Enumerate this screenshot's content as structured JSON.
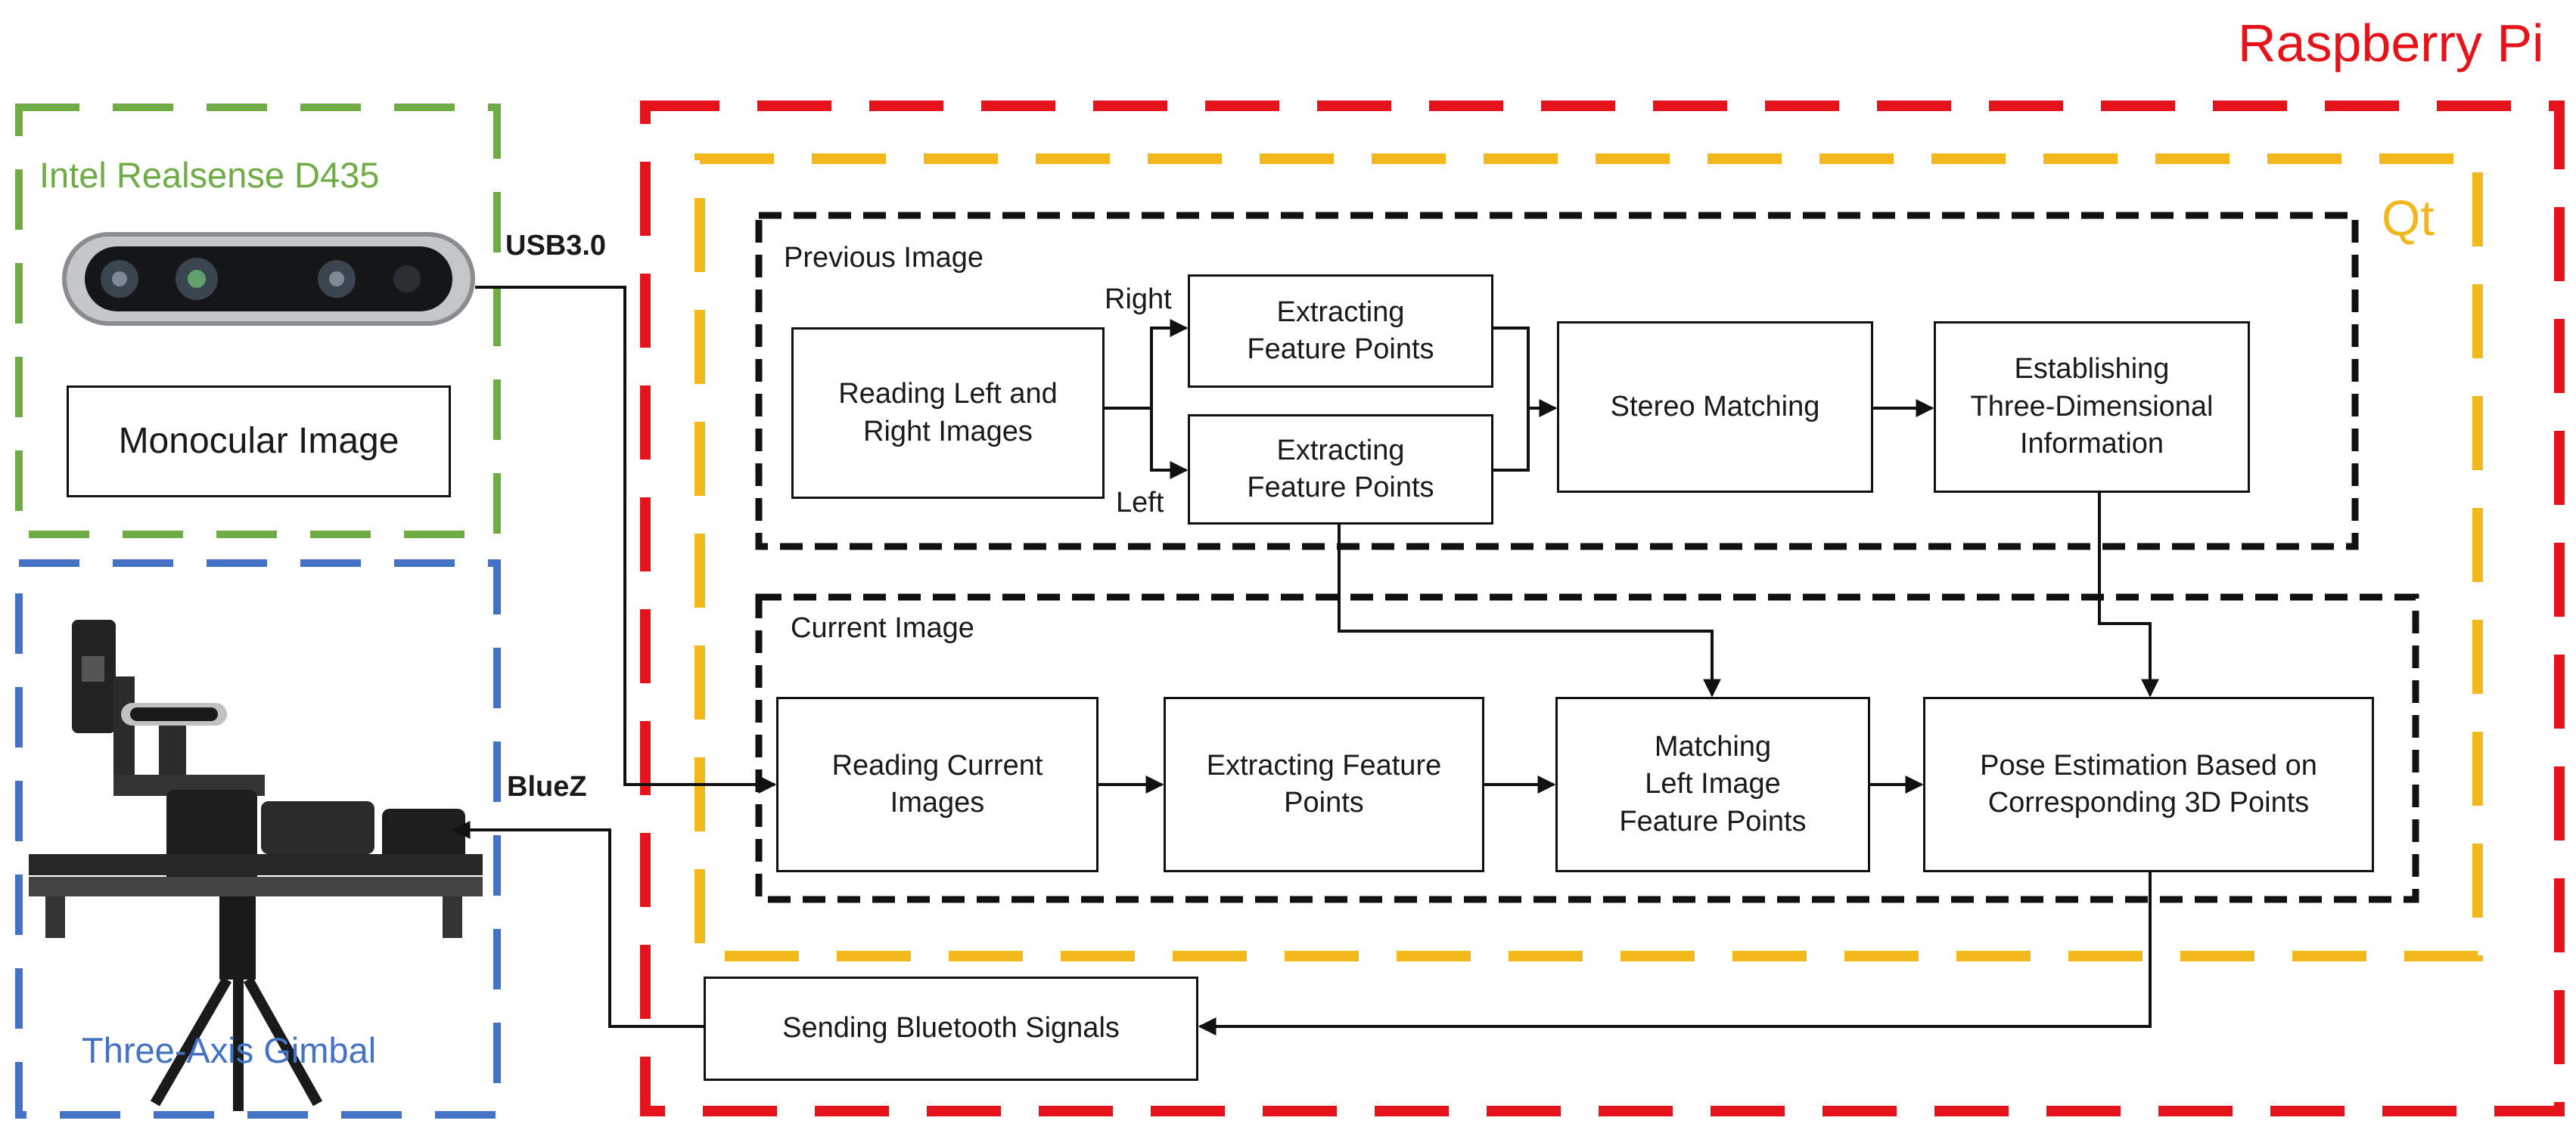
{
  "containers": {
    "raspberry_pi": {
      "label": "Raspberry Pi",
      "color": "#e5141b"
    },
    "qt": {
      "label": "Qt",
      "color": "#f2b81b"
    },
    "camera": {
      "label": "Intel Realsense D435",
      "color": "#6fac45"
    },
    "gimbal": {
      "label": "Three-Axis Gimbal",
      "color": "#4472c4"
    },
    "previous_image": {
      "label": "Previous Image"
    },
    "current_image": {
      "label": "Current Image"
    }
  },
  "connections": {
    "usb": "USB3.0",
    "bluez": "BlueZ",
    "right": "Right",
    "left": "Left"
  },
  "boxes": {
    "monocular": "Monocular Image",
    "read_lr": "Reading Left and\nRight Images",
    "extract_right": "Extracting\nFeature Points",
    "extract_left": "Extracting\nFeature Points",
    "stereo": "Stereo Matching",
    "establish_3d": "Establishing\nThree-Dimensional\nInformation",
    "read_current": "Reading Current\nImages",
    "extract_current": "Extracting Feature\nPoints",
    "match_left": "Matching\nLeft Image\nFeature Points",
    "pose": "Pose Estimation Based on\nCorresponding 3D Points",
    "bluetooth": "Sending Bluetooth Signals"
  }
}
